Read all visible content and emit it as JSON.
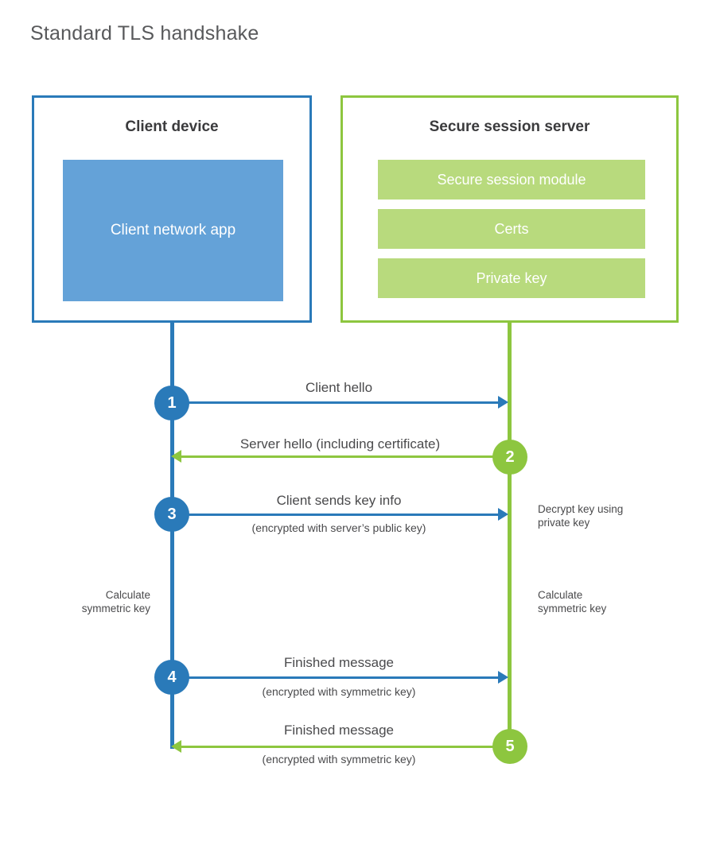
{
  "title": "Standard TLS handshake",
  "colors": {
    "client_accent": "#2a7ab9",
    "client_fill": "#64a2d8",
    "server_accent": "#8dc63f",
    "server_fill": "#b8da7d",
    "text": "#4a4a4c",
    "title_text": "#58595b",
    "background": "#ffffff"
  },
  "client": {
    "title": "Client device",
    "app_label": "Client network app"
  },
  "server": {
    "title": "Secure session server",
    "modules": [
      {
        "label": "Secure session module"
      },
      {
        "label": "Certs"
      },
      {
        "label": "Private key"
      }
    ]
  },
  "messages": [
    {
      "step": "1",
      "label": "Client hello",
      "sublabel": "",
      "direction": "client-to-server",
      "color": "#2a7ab9"
    },
    {
      "step": "2",
      "label": "Server hello (including certificate)",
      "sublabel": "",
      "direction": "server-to-client",
      "color": "#8dc63f"
    },
    {
      "step": "3",
      "label": "Client sends key info",
      "sublabel": "(encrypted with server’s public key)",
      "direction": "client-to-server",
      "color": "#2a7ab9"
    },
    {
      "step": "4",
      "label": "Finished message",
      "sublabel": "(encrypted with symmetric key)",
      "direction": "client-to-server",
      "color": "#2a7ab9"
    },
    {
      "step": "5",
      "label": "Finished message",
      "sublabel": "(encrypted with symmetric key)",
      "direction": "server-to-client",
      "color": "#8dc63f"
    }
  ],
  "notes": {
    "server_decrypt": "Decrypt key using\nprivate key",
    "server_decrypt_line1": "Decrypt key using",
    "server_decrypt_line2": "private key",
    "client_calc_line1": "Calculate",
    "client_calc_line2": "symmetric key",
    "server_calc_line1": "Calculate",
    "server_calc_line2": "symmetric key"
  }
}
